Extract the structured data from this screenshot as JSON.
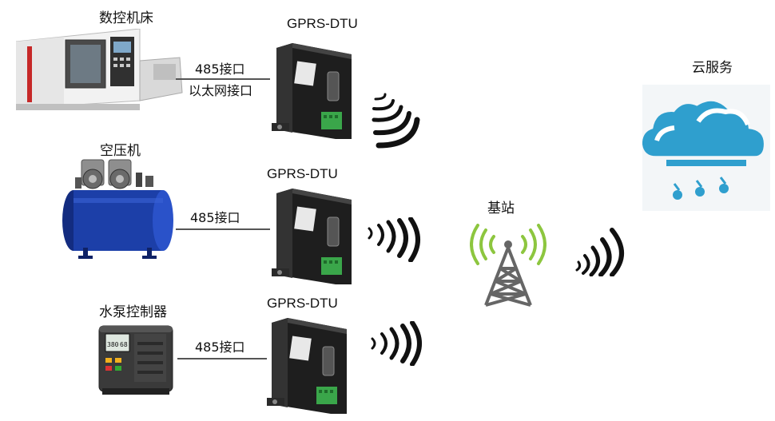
{
  "devices": {
    "cnc": {
      "label": "数控机床"
    },
    "compressor": {
      "label": "空压机"
    },
    "pump": {
      "label": "水泵控制器"
    }
  },
  "dtu": {
    "title_1": "GPRS-DTU",
    "title_2": "GPRS-DTU",
    "title_3": "GPRS-DTU"
  },
  "interfaces": {
    "cnc_485": "485接口",
    "cnc_ethernet": "以太网接口",
    "compressor_485": "485接口",
    "pump_485": "485接口"
  },
  "base_station": {
    "label": "基站"
  },
  "cloud": {
    "label": "云服务"
  },
  "pump_display": {
    "value_a": "380",
    "value_b": "68"
  },
  "colors": {
    "cloud": "#2f9fce",
    "tower_signal": "#8dc63f",
    "tower": "#666666",
    "dtu_body": "#222222",
    "terminal_green": "#3aa64a",
    "compressor_tank": "#1c3fa8"
  }
}
